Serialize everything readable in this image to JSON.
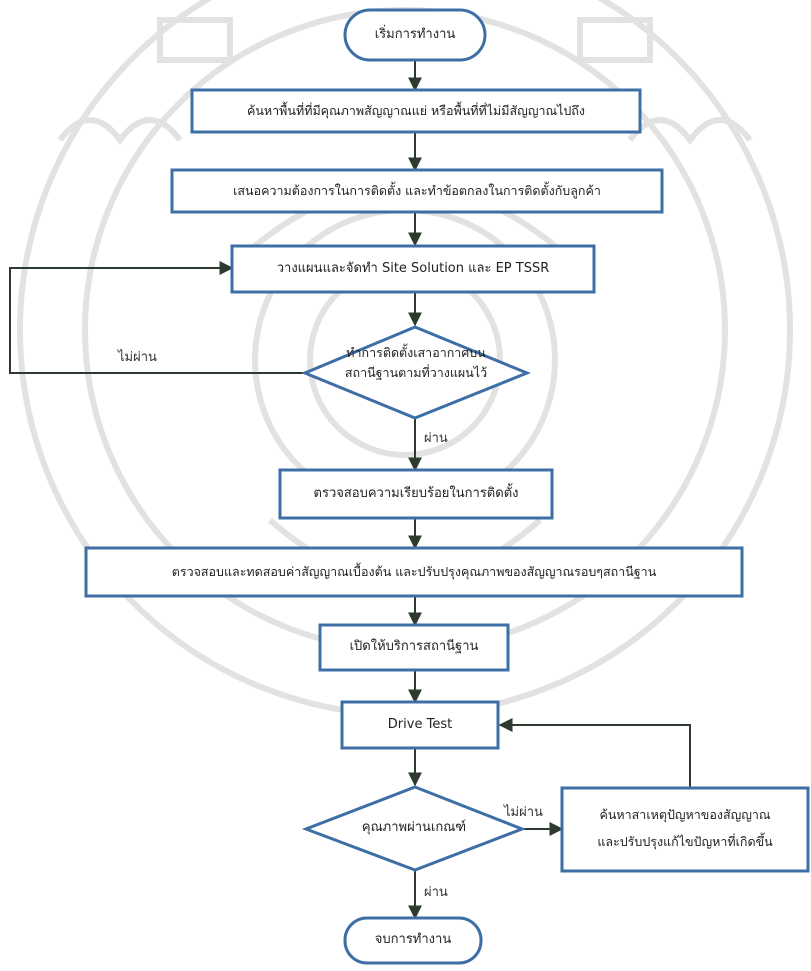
{
  "nodes": {
    "start": "เริ่มการทำงาน",
    "step1": "ค้นหาพื้นที่ที่มีคุณภาพสัญญาณแย่ หรือพื้นที่ที่ไม่มีสัญญาณไปถึง",
    "step2": "เสนอความต้องการในการติดตั้ง และทำข้อตกลงในการติดตั้งกับลูกค้า",
    "step3": "วางแผนและจัดทำ Site Solution และ EP TSSR",
    "decision1_line1": "ทำการติดตั้งเสาอากาศบน",
    "decision1_line2": "สถานีฐานตามที่วางแผนไว้",
    "step4": "ตรวจสอบความเรียบร้อยในการติดตั้ง",
    "step5": "ตรวจสอบและทดสอบค่าสัญญาณเบื้องต้น และปรับปรุงคุณภาพของสัญญาณรอบๆสถานีฐาน",
    "step6": "เปิดให้บริการสถานีฐาน",
    "step7": "Drive Test",
    "decision2": "คุณภาพผ่านเกณฑ์",
    "fix_line1": "ค้นหาสาเหตุปัญหาของสัญญาณ",
    "fix_line2": "และปรับปรุงแก้ไขปัญหาที่เกิดขึ้น",
    "end": "จบการทำงาน"
  },
  "labels": {
    "fail1": "ไม่ผ่าน",
    "pass1": "ผ่าน",
    "fail2": "ไม่ผ่าน",
    "pass2": "ผ่าน"
  },
  "colors": {
    "box_border": "#3d6fa6",
    "box_fill": "#ffffff",
    "arrow": "#2e3a2e",
    "watermark": "#d9d9d9"
  }
}
